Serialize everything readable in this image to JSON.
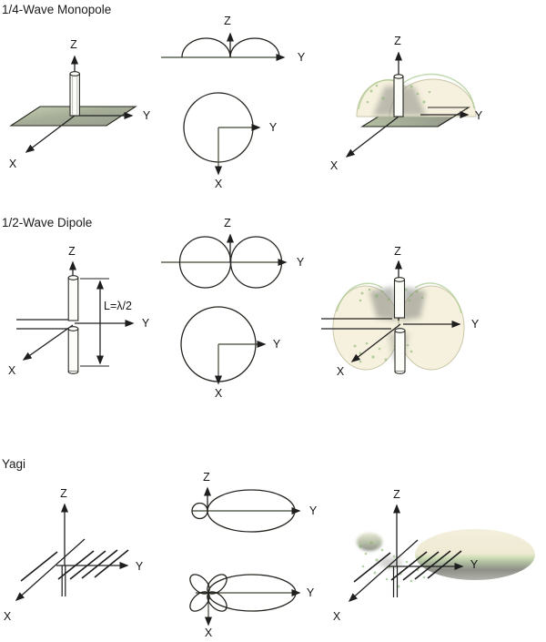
{
  "figure": {
    "background": "#ffffff",
    "colors": {
      "line": "#222222",
      "pattern_axis": "#3f4634",
      "ground_plane": "#9aa191",
      "ground_plane_highlight": "#c6d2b2",
      "pattern_cream": "#f6f1de",
      "pattern_green_speckle": "#7fae66",
      "pattern_shadow_gray": "#8e9087",
      "beam_green_band": "#cdddb6"
    },
    "sections": [
      {
        "title": "1/4-Wave Monopole",
        "antenna": {
          "x_label": "X",
          "y_label": "Y",
          "z_label": "Z"
        },
        "elevation": {
          "z_label": "Z",
          "y_label": "Y"
        },
        "azimuth": {
          "x_label": "X",
          "y_label": "Y"
        },
        "pattern_3d": {
          "x_label": "X",
          "y_label": "Y",
          "z_label": "Z"
        }
      },
      {
        "title": "1/2-Wave Dipole",
        "length_label": "L=λ/2",
        "antenna": {
          "x_label": "X",
          "y_label": "Y",
          "z_label": "Z"
        },
        "elevation": {
          "z_label": "Z",
          "y_label": "Y"
        },
        "azimuth": {
          "x_label": "X",
          "y_label": "Y"
        },
        "pattern_3d": {
          "x_label": "X",
          "y_label": "Y",
          "z_label": "Z"
        }
      },
      {
        "title": "Yagi",
        "antenna": {
          "x_label": "X",
          "y_label": "Y",
          "z_label": "Z"
        },
        "elevation": {
          "z_label": "Z",
          "y_label": "Y"
        },
        "azimuth": {
          "x_label": "X",
          "y_label": "Y"
        },
        "pattern_3d": {
          "x_label": "X",
          "y_label": "Y",
          "z_label": "Z"
        }
      }
    ]
  }
}
